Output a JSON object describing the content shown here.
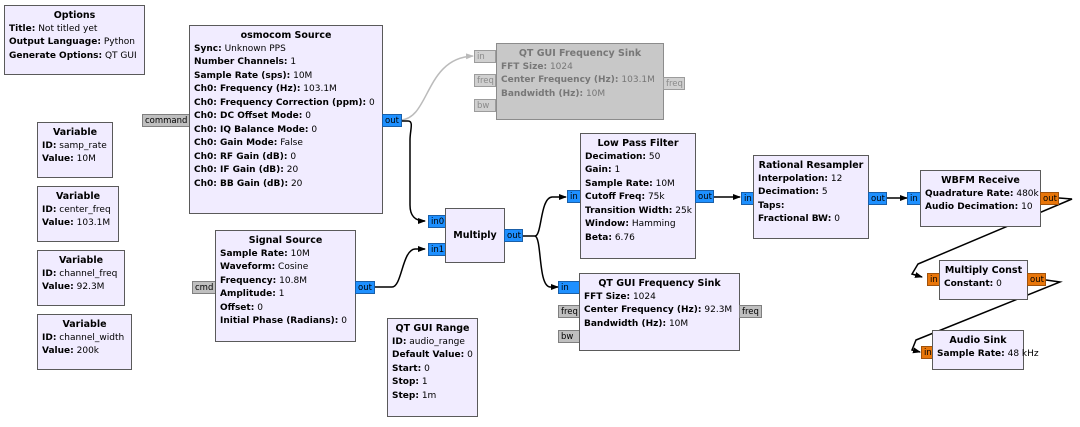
{
  "blocks": {
    "options": {
      "title": "Options",
      "rows": [
        {
          "k": "Title:",
          "v": "Not titled yet"
        },
        {
          "k": "Output Language:",
          "v": "Python"
        },
        {
          "k": "Generate Options:",
          "v": "QT GUI"
        }
      ]
    },
    "osmocom_source": {
      "title": "osmocom Source",
      "rows": [
        {
          "k": "Sync:",
          "v": "Unknown PPS"
        },
        {
          "k": "Number Channels:",
          "v": "1"
        },
        {
          "k": "Sample Rate (sps):",
          "v": "10M"
        },
        {
          "k": "Ch0: Frequency (Hz):",
          "v": "103.1M"
        },
        {
          "k": "Ch0: Frequency Correction (ppm):",
          "v": "0"
        },
        {
          "k": "Ch0: DC Offset Mode:",
          "v": "0"
        },
        {
          "k": "Ch0: IQ Balance Mode:",
          "v": "0"
        },
        {
          "k": "Ch0: Gain Mode:",
          "v": "False"
        },
        {
          "k": "Ch0: RF Gain (dB):",
          "v": "0"
        },
        {
          "k": "Ch0: IF Gain (dB):",
          "v": "20"
        },
        {
          "k": "Ch0: BB Gain (dB):",
          "v": "20"
        }
      ],
      "ports": {
        "in": "command",
        "out": "out"
      }
    },
    "freq_sink_disabled": {
      "title": "QT GUI Frequency Sink",
      "rows": [
        {
          "k": "FFT Size:",
          "v": "1024"
        },
        {
          "k": "Center Frequency (Hz):",
          "v": "103.1M"
        },
        {
          "k": "Bandwidth (Hz):",
          "v": "10M"
        }
      ],
      "ports": {
        "in": "in",
        "freq_in": "freq",
        "bw": "bw",
        "freq_out": "freq"
      }
    },
    "variables": [
      {
        "title": "Variable",
        "rows": [
          {
            "k": "ID:",
            "v": "samp_rate"
          },
          {
            "k": "Value:",
            "v": "10M"
          }
        ]
      },
      {
        "title": "Variable",
        "rows": [
          {
            "k": "ID:",
            "v": "center_freq"
          },
          {
            "k": "Value:",
            "v": "103.1M"
          }
        ]
      },
      {
        "title": "Variable",
        "rows": [
          {
            "k": "ID:",
            "v": "channel_freq"
          },
          {
            "k": "Value:",
            "v": "92.3M"
          }
        ]
      },
      {
        "title": "Variable",
        "rows": [
          {
            "k": "ID:",
            "v": "channel_width"
          },
          {
            "k": "Value:",
            "v": "200k"
          }
        ]
      }
    ],
    "signal_source": {
      "title": "Signal Source",
      "rows": [
        {
          "k": "Sample Rate:",
          "v": "10M"
        },
        {
          "k": "Waveform:",
          "v": "Cosine"
        },
        {
          "k": "Frequency:",
          "v": "10.8M"
        },
        {
          "k": "Amplitude:",
          "v": "1"
        },
        {
          "k": "Offset:",
          "v": "0"
        },
        {
          "k": "Initial Phase (Radians):",
          "v": "0"
        }
      ],
      "ports": {
        "in": "cmd",
        "out": "out"
      }
    },
    "multiply": {
      "title": "Multiply",
      "ports": {
        "in0": "in0",
        "in1": "in1",
        "out": "out"
      }
    },
    "qt_gui_range": {
      "title": "QT GUI Range",
      "rows": [
        {
          "k": "ID:",
          "v": "audio_range"
        },
        {
          "k": "Default Value:",
          "v": "0"
        },
        {
          "k": "Start:",
          "v": "0"
        },
        {
          "k": "Stop:",
          "v": "1"
        },
        {
          "k": "Step:",
          "v": "1m"
        }
      ]
    },
    "low_pass_filter": {
      "title": "Low Pass Filter",
      "rows": [
        {
          "k": "Decimation:",
          "v": "50"
        },
        {
          "k": "Gain:",
          "v": "1"
        },
        {
          "k": "Sample Rate:",
          "v": "10M"
        },
        {
          "k": "Cutoff Freq:",
          "v": "75k"
        },
        {
          "k": "Transition Width:",
          "v": "25k"
        },
        {
          "k": "Window:",
          "v": "Hamming"
        },
        {
          "k": "Beta:",
          "v": "6.76"
        }
      ],
      "ports": {
        "in": "in",
        "out": "out"
      }
    },
    "freq_sink": {
      "title": "QT GUI Frequency Sink",
      "rows": [
        {
          "k": "FFT Size:",
          "v": "1024"
        },
        {
          "k": "Center Frequency (Hz):",
          "v": "92.3M"
        },
        {
          "k": "Bandwidth (Hz):",
          "v": "10M"
        }
      ],
      "ports": {
        "in": "in",
        "freq_in": "freq",
        "bw": "bw",
        "freq_out": "freq"
      }
    },
    "rational_resampler": {
      "title": "Rational Resampler",
      "rows": [
        {
          "k": "Interpolation:",
          "v": "12"
        },
        {
          "k": "Decimation:",
          "v": "5"
        },
        {
          "k": "Taps:",
          "v": ""
        },
        {
          "k": "Fractional BW:",
          "v": "0"
        }
      ],
      "ports": {
        "in": "in",
        "out": "out"
      }
    },
    "wbfm_receive": {
      "title": "WBFM Receive",
      "rows": [
        {
          "k": "Quadrature Rate:",
          "v": "480k"
        },
        {
          "k": "Audio Decimation:",
          "v": "10"
        }
      ],
      "ports": {
        "in": "in",
        "out": "out"
      }
    },
    "multiply_const": {
      "title": "Multiply Const",
      "rows": [
        {
          "k": "Constant:",
          "v": "0"
        }
      ],
      "ports": {
        "in": "in",
        "out": "out"
      }
    },
    "audio_sink": {
      "title": "Audio Sink",
      "rows": [
        {
          "k": "Sample Rate:",
          "v": "48 kHz"
        }
      ],
      "ports": {
        "in": "in"
      }
    }
  },
  "colors": {
    "block_bg": "#f1ecff",
    "disabled_bg": "#c8c8c8",
    "port_complex": "#1e90ff",
    "port_float": "#e8760a",
    "port_message": "#bfbfbf"
  }
}
